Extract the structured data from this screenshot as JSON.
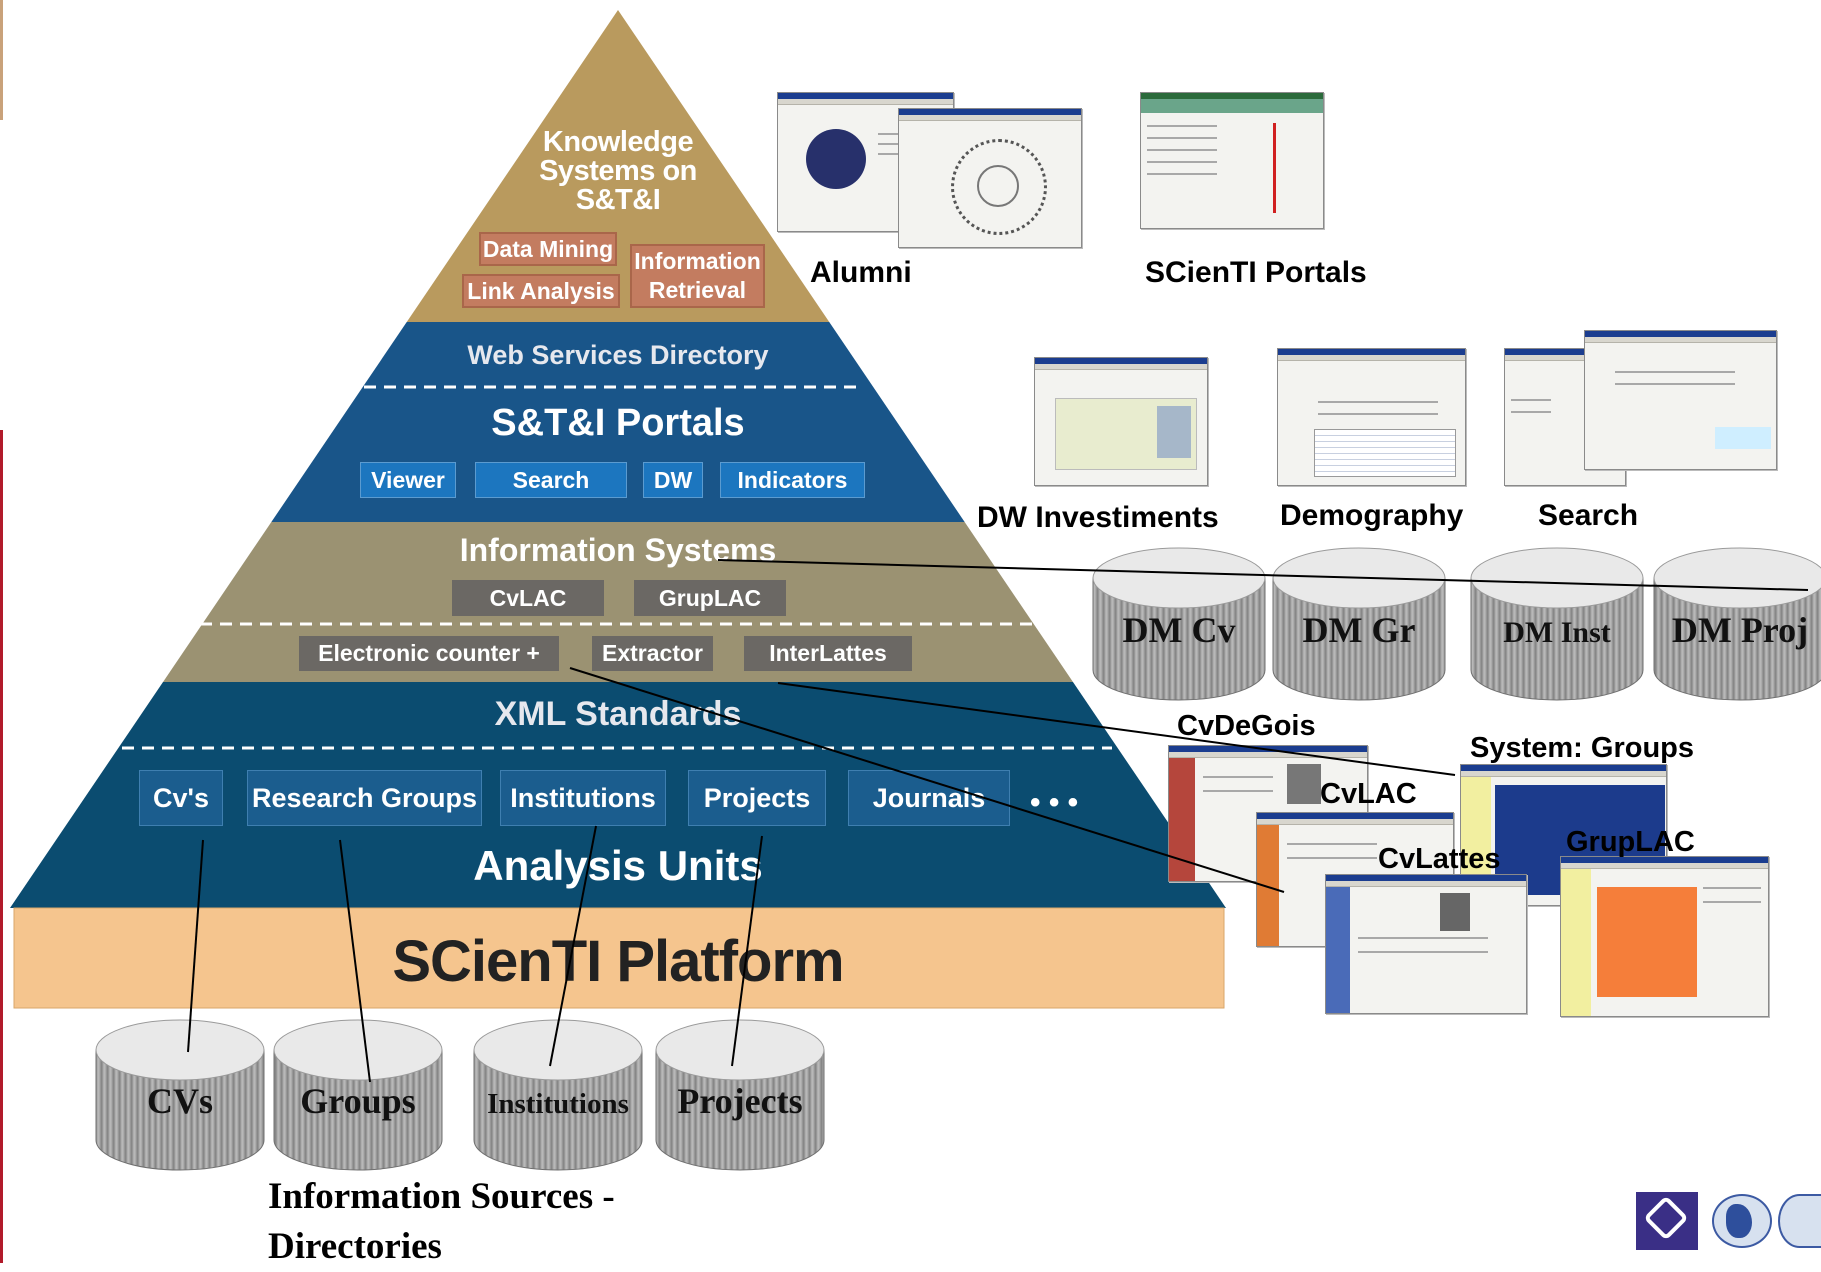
{
  "pyramid": {
    "top_title_lines": [
      "Knowledge",
      "Systems on",
      "S&T&I"
    ],
    "top_boxes": [
      "Data Mining",
      "Link Analysis",
      "Information Retrieval"
    ],
    "web_services_label": "Web Services Directory",
    "portals_label": "S&T&I Portals",
    "portal_buttons": [
      "Viewer",
      "Search",
      "DW",
      "Indicators"
    ],
    "info_systems_label": "Information Systems",
    "info_system_boxes": [
      "CvLAC",
      "GrupLAC"
    ],
    "tool_boxes": [
      "Electronic counter +",
      "Extractor",
      "InterLattes"
    ],
    "xml_label": "XML Standards",
    "unit_boxes": [
      "Cv's",
      "Research Groups",
      "Institutions",
      "Projects",
      "Journals"
    ],
    "ellipsis": "• • •",
    "analysis_label": "Analysis Units",
    "platform_label": "SCienTI Platform"
  },
  "sources": {
    "cylinders": [
      "CVs",
      "Groups",
      "Institutions",
      "Projects"
    ],
    "caption_lines": [
      "Information Sources -",
      "Directories"
    ]
  },
  "datamarts": [
    "DM Cv",
    "DM Gr",
    "DM Inst",
    "DM Proj"
  ],
  "screenshots": {
    "alumni": "Alumni",
    "scienti_portals": "SCienTI Portals",
    "dw_investiments": "DW Investiments",
    "demography": "Demography",
    "search": "Search",
    "cvdegois": "CvDeGois",
    "system_groups": "System: Groups",
    "cvlac": "CvLAC",
    "cvlattes": "CvLattes",
    "gruplac": "GrupLAC"
  },
  "colors": {
    "gold": "#B99A5E",
    "blue": "#195589",
    "dark_blue": "#0B4C70",
    "khaki": "#9B9272",
    "platform": "#F5C58E",
    "salmon_box": "#C37C60",
    "button_blue": "#1C76BF",
    "gray_box": "#6B6864",
    "unit_box": "#1B5D8E",
    "text_light": "#E6E8EE",
    "text_dark": "#222222"
  }
}
